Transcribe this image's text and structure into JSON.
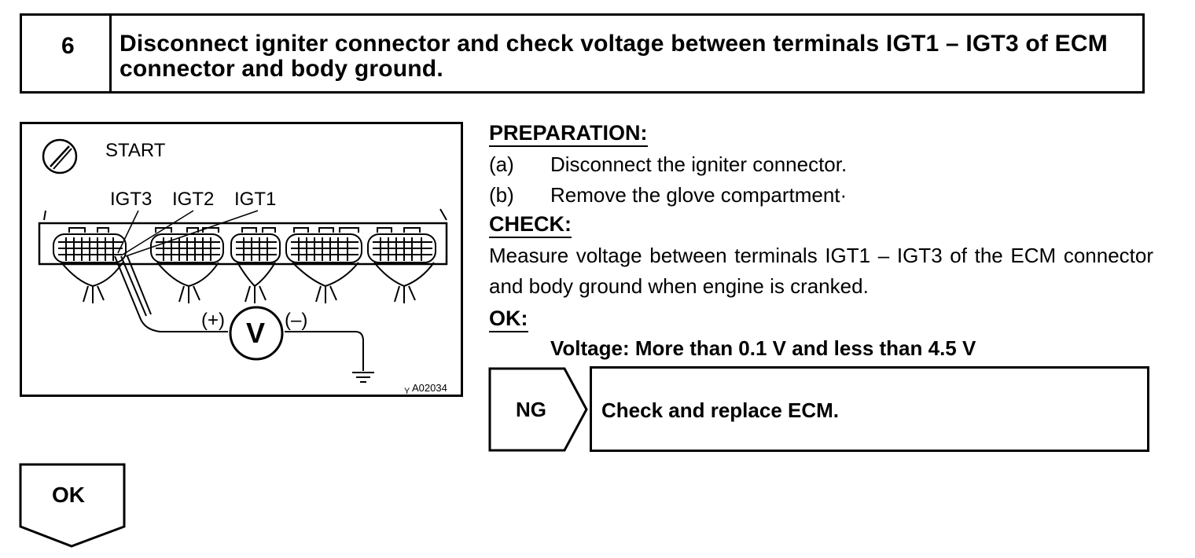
{
  "step": {
    "number": "6",
    "title": "Disconnect igniter connector and check voltage between terminals IGT1 – IGT3 of ECM connector and body ground."
  },
  "figure": {
    "start_label": "START",
    "terminal_labels": [
      "IGT3",
      "IGT2",
      "IGT1"
    ],
    "meter_symbol": "V",
    "positive_label": "(+)",
    "negative_label": "(–)",
    "figure_code": "A02034",
    "figure_code_prefix": "Y",
    "icons": [
      "ignition-key-icon",
      "ground-icon",
      "voltmeter-icon"
    ]
  },
  "preparation": {
    "heading": "PREPARATION:",
    "steps": [
      {
        "label": "(a)",
        "text": "Disconnect the igniter connector."
      },
      {
        "label": "(b)",
        "text": "Remove the glove compartment·"
      }
    ]
  },
  "check": {
    "heading": "CHECK:",
    "text": "Measure voltage between terminals IGT1 – IGT3 of the ECM connector and body ground when engine is cranked."
  },
  "ok": {
    "heading": "OK:",
    "spec": "Voltage: More than 0.1 V and less than 4.5 V"
  },
  "ng_branch": {
    "label": "NG",
    "action": "Check and replace ECM."
  },
  "ok_branch": {
    "label": "OK"
  }
}
